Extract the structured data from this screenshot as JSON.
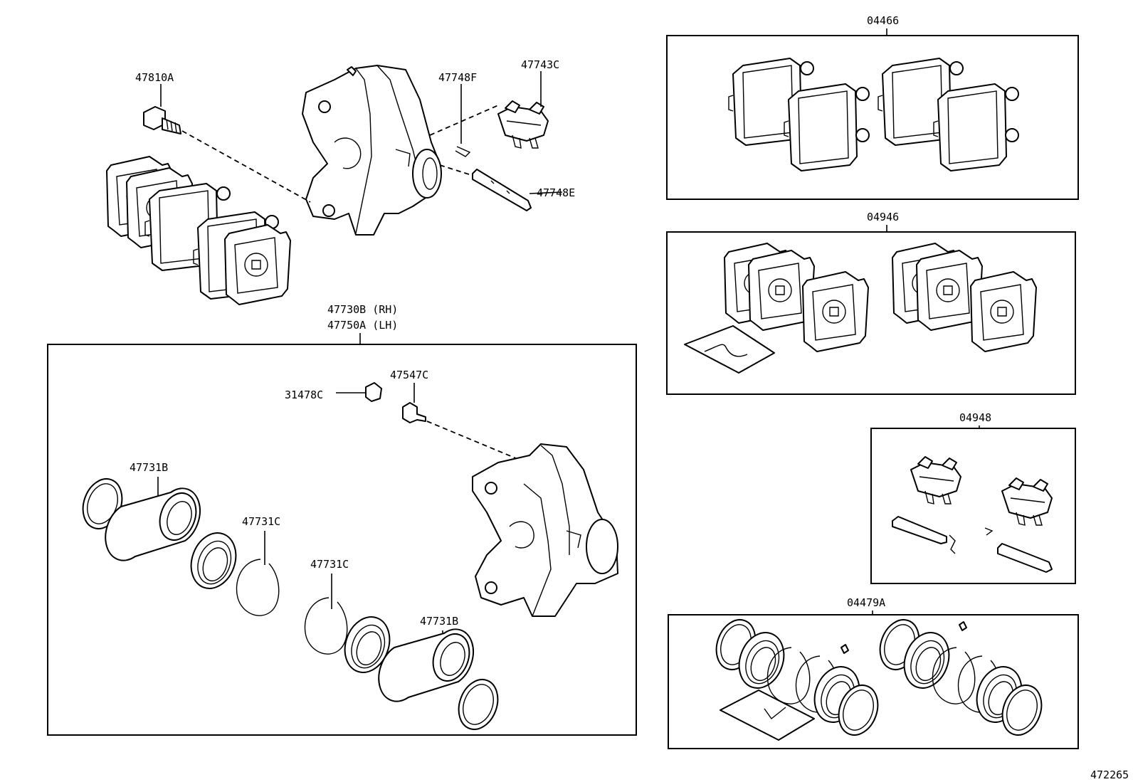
{
  "labels": {
    "p47810A": "47810A",
    "p47748F": "47748F",
    "p47743C": "47743C",
    "p47748E": "47748E",
    "p47730B": "47730B (RH)",
    "p47750A": "47750A (LH)",
    "p47547C": "47547C",
    "p31478C": "31478C",
    "p47731B_left": "47731B",
    "p47731C_left": "47731C",
    "p47731C_mid": "47731C",
    "p47731B_mid": "47731B",
    "kit04466": "04466",
    "kit04946": "04946",
    "kit04948": "04948",
    "kit04479A": "04479A",
    "figure_number": "472265"
  }
}
